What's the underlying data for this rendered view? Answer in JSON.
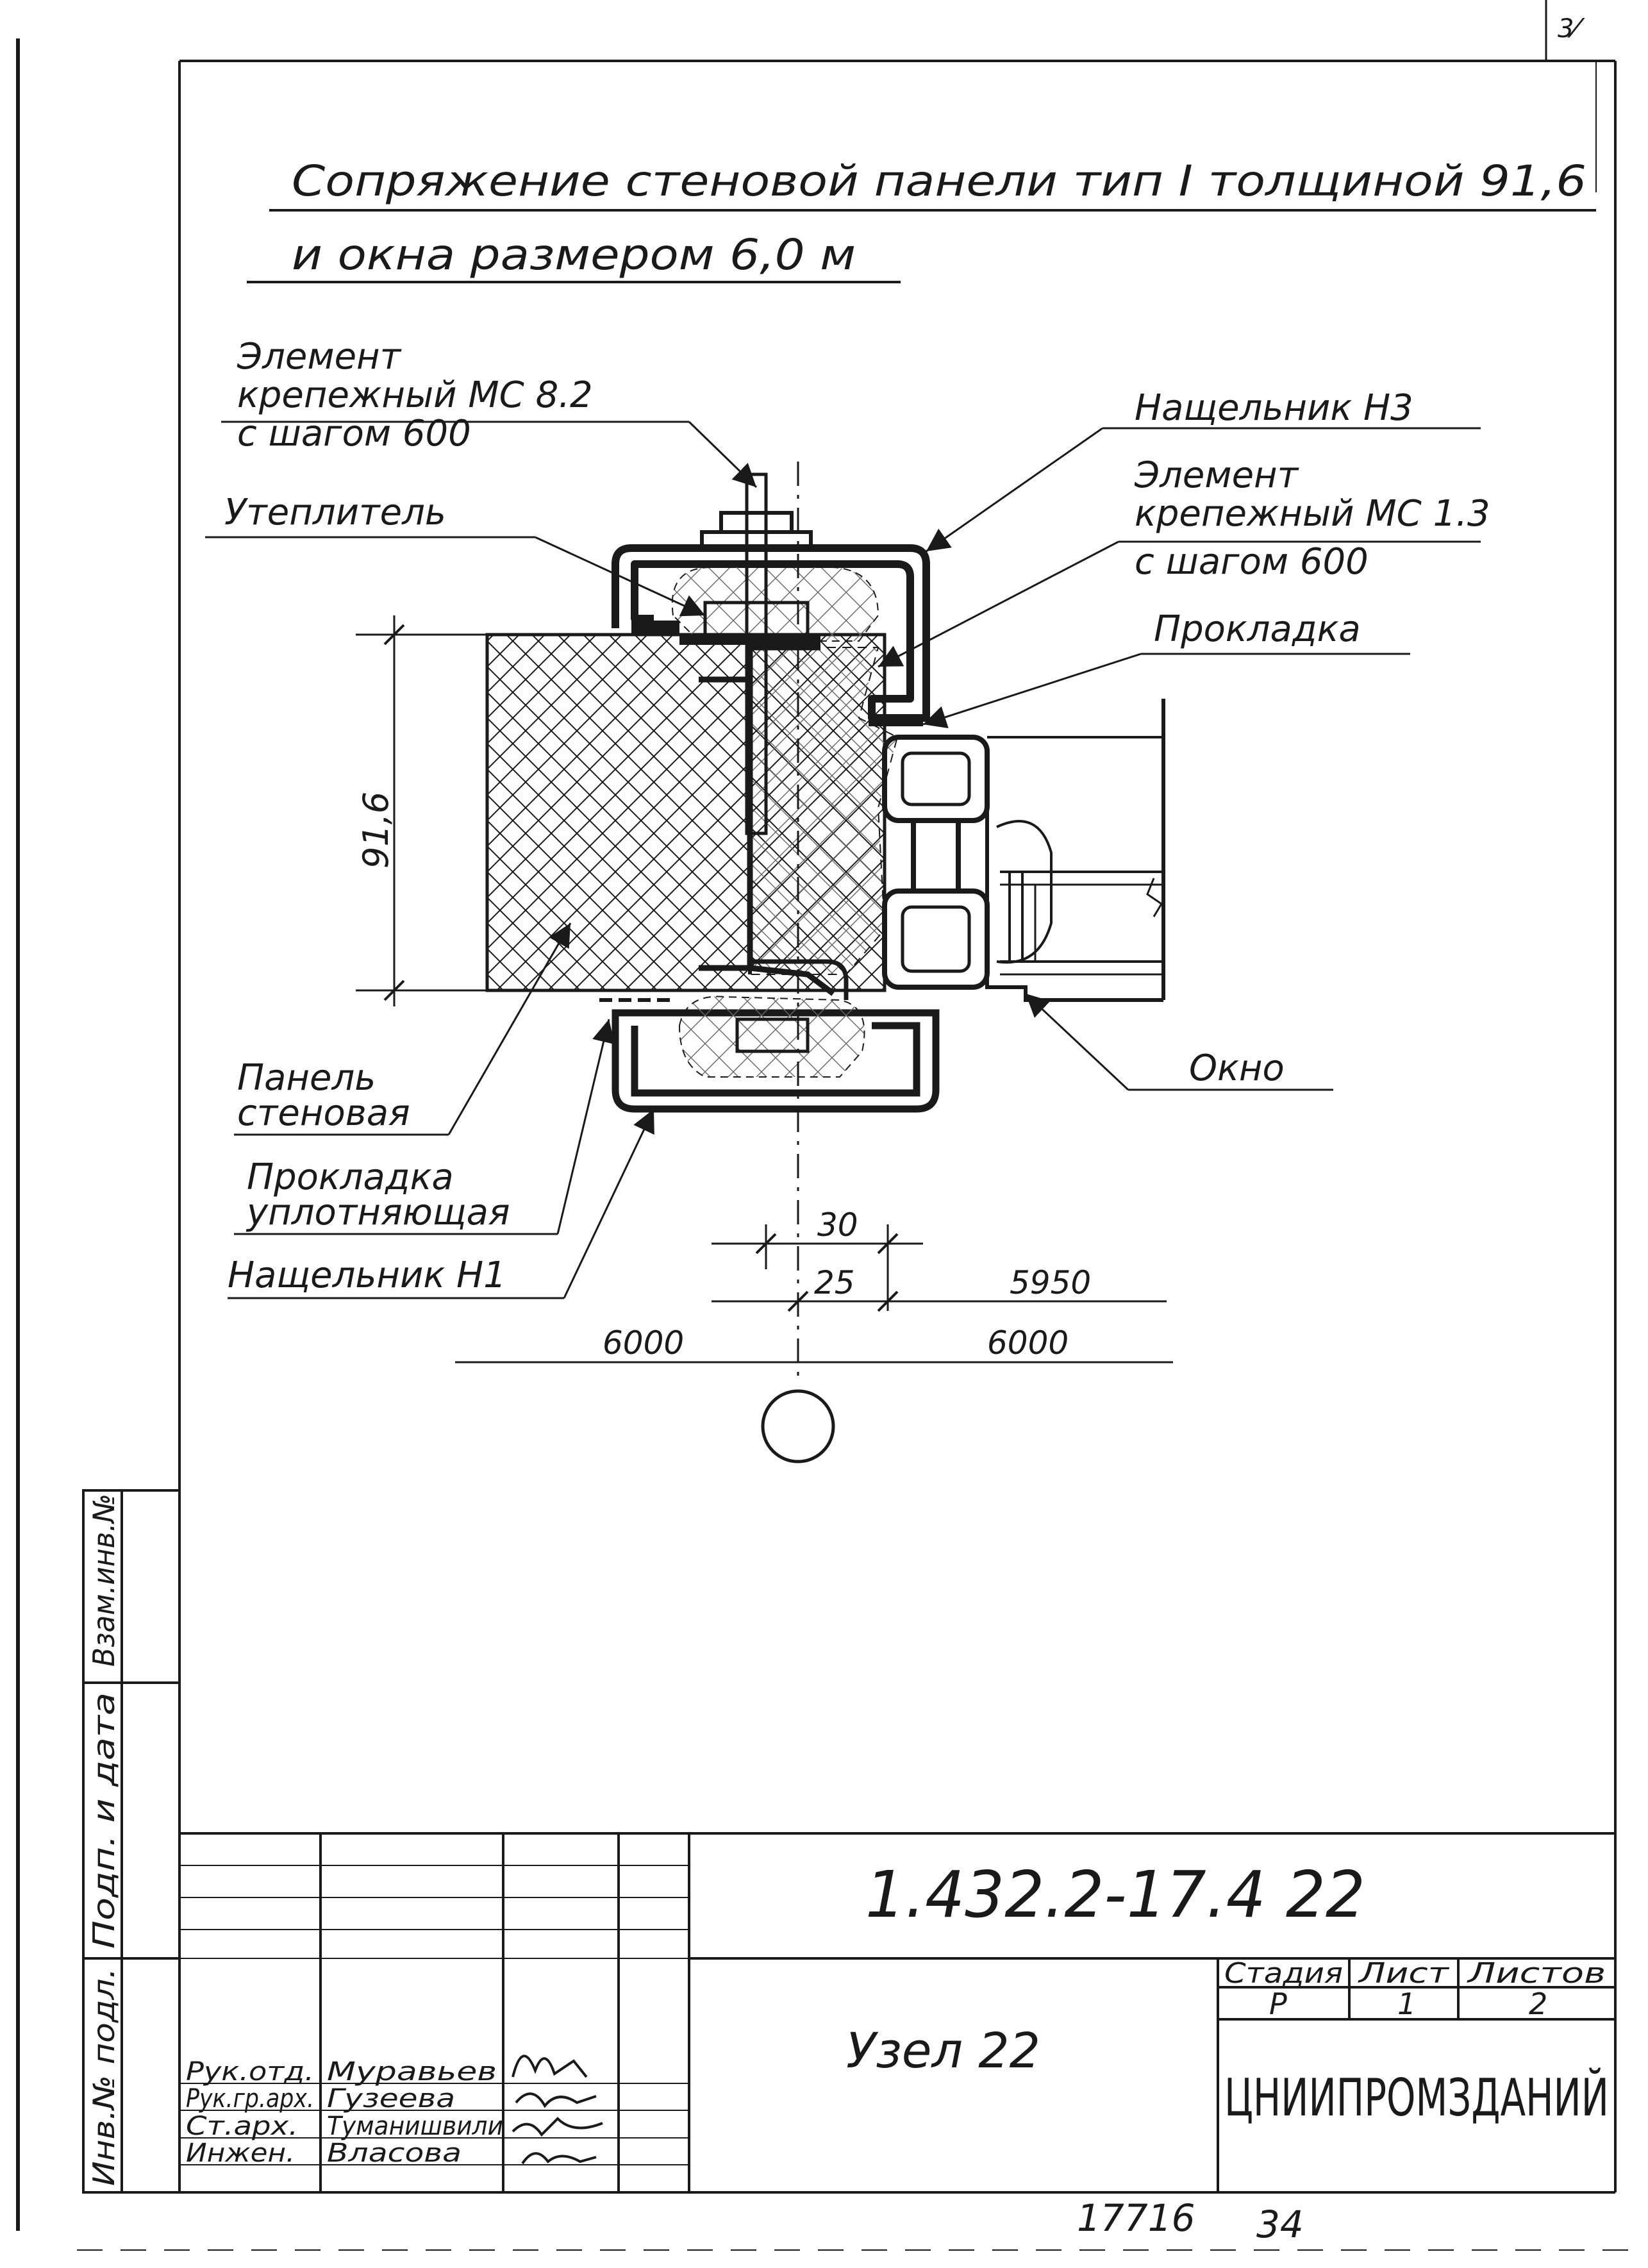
{
  "corner_mark": "3⁄",
  "title": {
    "line1": "Сопряжение стеновой панели тип I толщиной 91,6",
    "line2": "и окна размером 6,0 м"
  },
  "callouts": {
    "fastener_82_line1": "Элемент",
    "fastener_82_line2": "крепежный МС 8.2",
    "fastener_82_line3": "с шагом 600",
    "batten_h3": "Нащельник Н3",
    "fastener_13_line1": "Элемент",
    "fastener_13_line2": "крепежный МС 1.3",
    "fastener_13_line3": "с шагом 600",
    "insulation": "Утеплитель",
    "gasket": "Прокладка",
    "window": "Окно",
    "wall_panel_line1": "Панель",
    "wall_panel_line2": "стеновая",
    "sealing_gasket_line1": "Прокладка",
    "sealing_gasket_line2": "уплотняющая",
    "batten_h1": "Нащельник Н1"
  },
  "dimensions": {
    "thickness": "91,6",
    "d30": "30",
    "d25": "25",
    "d5950": "5950",
    "d6000_left": "6000",
    "d6000_right": "6000"
  },
  "side_stamp": {
    "replaced_inv": "Взам.инв.№",
    "sign_date": "Подп. и дата",
    "inv_original": "Инв.№ подл."
  },
  "title_block": {
    "doc_code": "1.432.2-17.4 22",
    "sheet_name": "Узел 22",
    "stage_label": "Стадия",
    "sheet_label": "Лист",
    "sheets_label": "Листов",
    "stage_value": "Р",
    "sheet_value": "1",
    "sheets_value": "2",
    "organization": "ЦНИИПРОМЗДАНИЙ",
    "staff": [
      {
        "role": "Рук.отд.",
        "name": "Муравьев"
      },
      {
        "role": "Рук.гр.арх.",
        "name": "Гузеева"
      },
      {
        "role": "Ст.арх.",
        "name": "Туманишвили"
      },
      {
        "role": "Инжен.",
        "name": "Власова"
      }
    ],
    "archive_number": "17716",
    "archive_page": "34"
  },
  "colors": {
    "ink": "#1a1a1a",
    "paper": "#ffffff"
  }
}
